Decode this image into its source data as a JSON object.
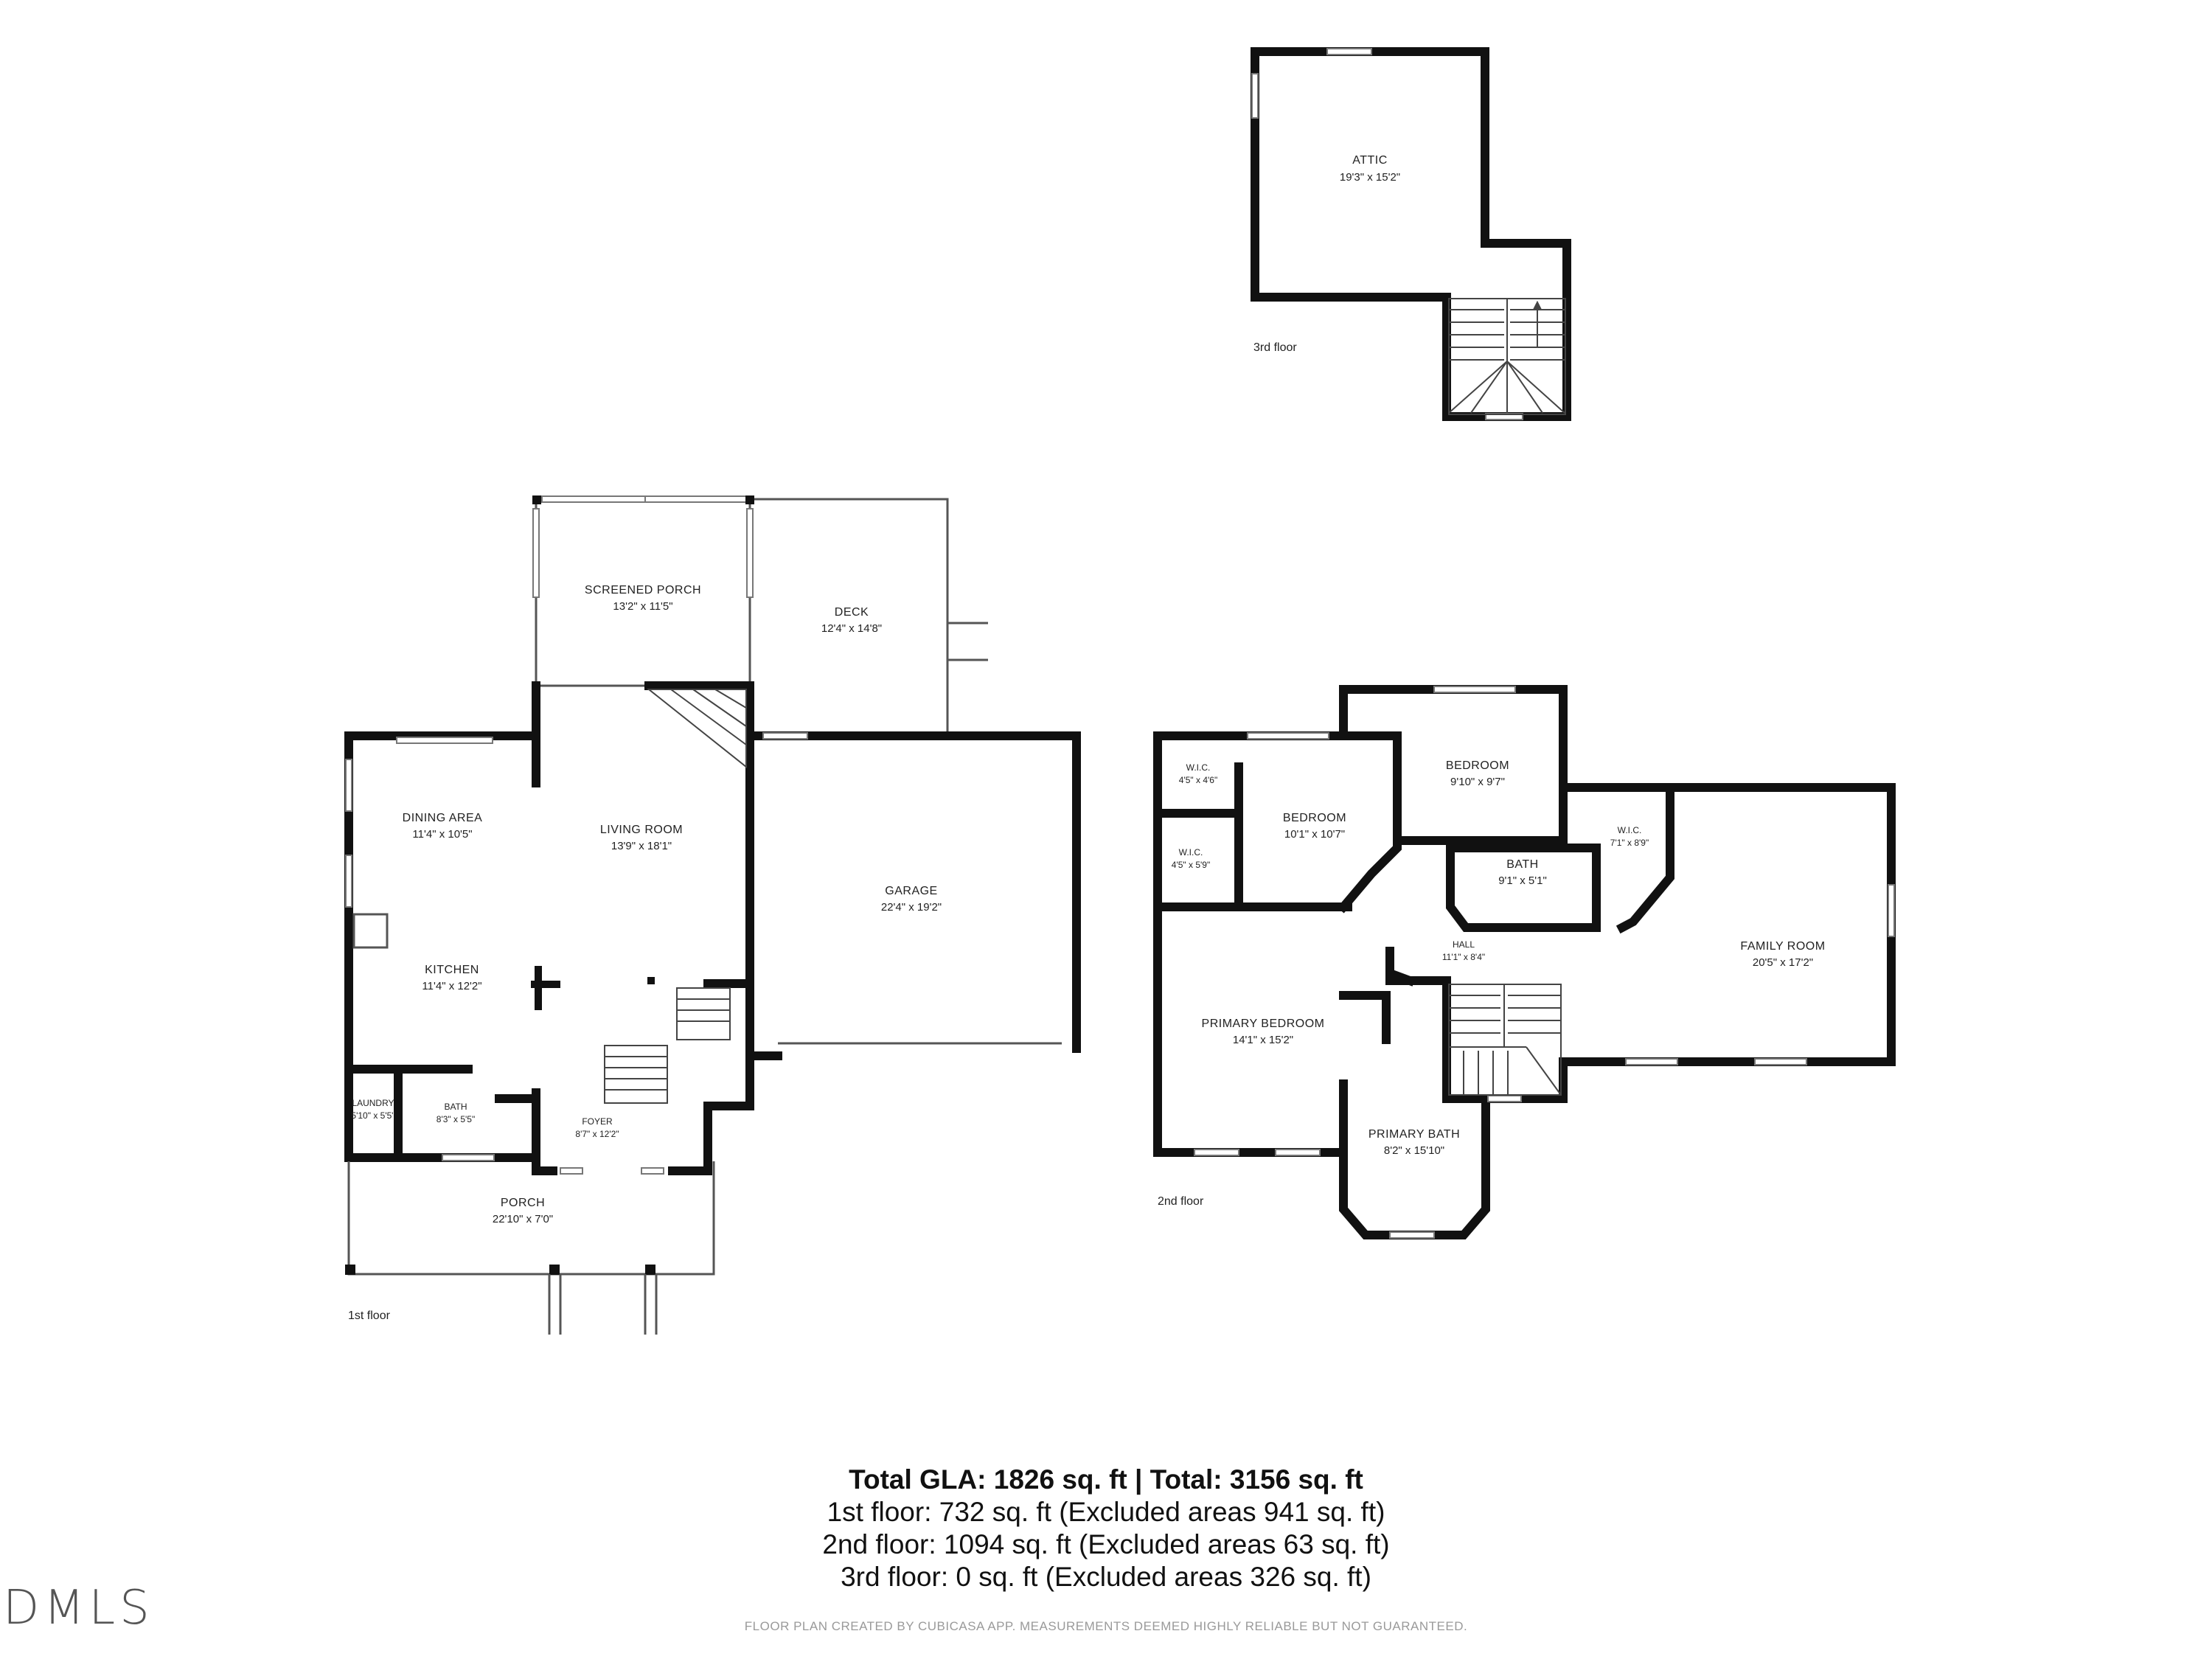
{
  "floors": {
    "first": {
      "label": "1st floor"
    },
    "second": {
      "label": "2nd floor"
    },
    "third": {
      "label": "3rd floor"
    }
  },
  "rooms": {
    "attic": {
      "name": "ATTIC",
      "dims": "19'3\" x 15'2\""
    },
    "screened_porch": {
      "name": "SCREENED PORCH",
      "dims": "13'2\" x 11'5\""
    },
    "deck": {
      "name": "DECK",
      "dims": "12'4\" x 14'8\""
    },
    "dining_area": {
      "name": "DINING AREA",
      "dims": "11'4\" x 10'5\""
    },
    "living_room": {
      "name": "LIVING ROOM",
      "dims": "13'9\" x 18'1\""
    },
    "garage": {
      "name": "GARAGE",
      "dims": "22'4\" x 19'2\""
    },
    "kitchen": {
      "name": "KITCHEN",
      "dims": "11'4\" x 12'2\""
    },
    "laundry": {
      "name": "LAUNDRY",
      "dims": "5'10\" x 5'5\""
    },
    "bath_first": {
      "name": "BATH",
      "dims": "8'3\" x 5'5\""
    },
    "foyer": {
      "name": "FOYER",
      "dims": "8'7\" x 12'2\""
    },
    "porch": {
      "name": "PORCH",
      "dims": "22'10\" x 7'0\""
    },
    "wic_1": {
      "name": "W.I.C.",
      "dims": "4'5\" x 4'6\""
    },
    "bedroom_1": {
      "name": "BEDROOM",
      "dims": "10'1\" x 10'7\""
    },
    "bedroom_2": {
      "name": "BEDROOM",
      "dims": "9'10\" x 9'7\""
    },
    "wic_2": {
      "name": "W.I.C.",
      "dims": "4'5\" x 5'9\""
    },
    "bath_second": {
      "name": "BATH",
      "dims": "9'1\" x 5'1\""
    },
    "wic_3": {
      "name": "W.I.C.",
      "dims": "7'1\" x 8'9\""
    },
    "family_room": {
      "name": "FAMILY ROOM",
      "dims": "20'5\" x 17'2\""
    },
    "hall": {
      "name": "HALL",
      "dims": "11'1\" x 8'4\""
    },
    "primary_bedroom": {
      "name": "PRIMARY BEDROOM",
      "dims": "14'1\" x 15'2\""
    },
    "primary_bath": {
      "name": "PRIMARY BATH",
      "dims": "8'2\" x 15'10\""
    }
  },
  "summary": {
    "total": "Total GLA: 1826 sq. ft | Total: 3156 sq. ft",
    "first": "1st floor: 732 sq. ft (Excluded areas 941 sq. ft)",
    "second": "2nd floor: 1094 sq. ft (Excluded areas 63 sq. ft)",
    "third": "3rd floor: 0 sq. ft (Excluded areas 326 sq. ft)"
  },
  "footer": "FLOOR PLAN CREATED BY CUBICASA APP. MEASUREMENTS DEEMED HIGHLY RELIABLE BUT NOT GUARANTEED.",
  "logo": "DMLS"
}
